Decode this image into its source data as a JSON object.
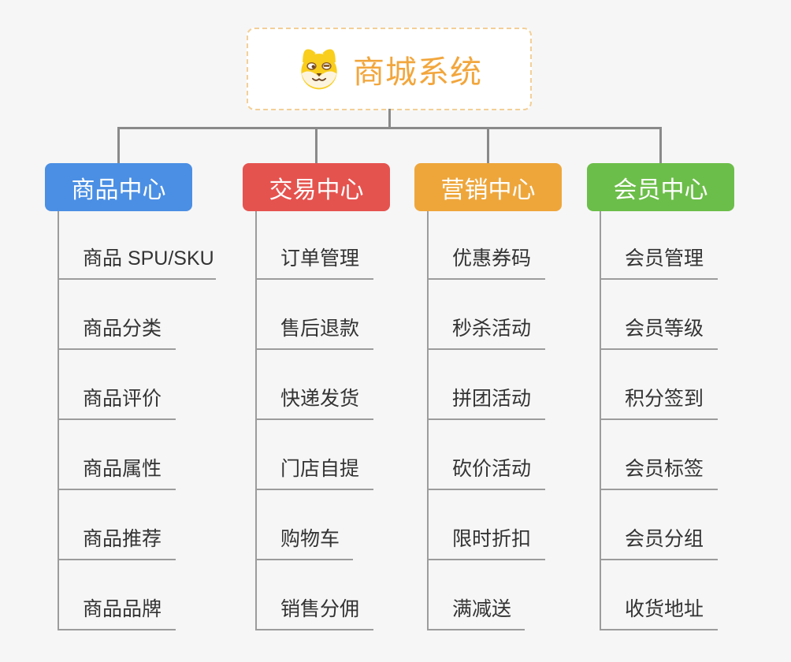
{
  "canvas": {
    "background": "#f6f6f6",
    "connector_color": "#8a8a8a",
    "spine_color": "#9c9c9c"
  },
  "root": {
    "title": "商城系统",
    "title_color": "#f2a63c",
    "border_color": "#f3cf97",
    "icon": "dog-face-icon"
  },
  "branches": [
    {
      "label": "商品中心",
      "color": "#4b8fe4",
      "children": [
        "商品 SPU/SKU",
        "商品分类",
        "商品评价",
        "商品属性",
        "商品推荐",
        "商品品牌"
      ]
    },
    {
      "label": "交易中心",
      "color": "#e5534f",
      "children": [
        "订单管理",
        "售后退款",
        "快递发货",
        "门店自提",
        "购物车",
        "销售分佣"
      ]
    },
    {
      "label": "营销中心",
      "color": "#eea63b",
      "children": [
        "优惠券码",
        "秒杀活动",
        "拼团活动",
        "砍价活动",
        "限时折扣",
        "满减送"
      ]
    },
    {
      "label": "会员中心",
      "color": "#6cbe4a",
      "children": [
        "会员管理",
        "会员等级",
        "积分签到",
        "会员标签",
        "会员分组",
        "收货地址"
      ]
    }
  ]
}
